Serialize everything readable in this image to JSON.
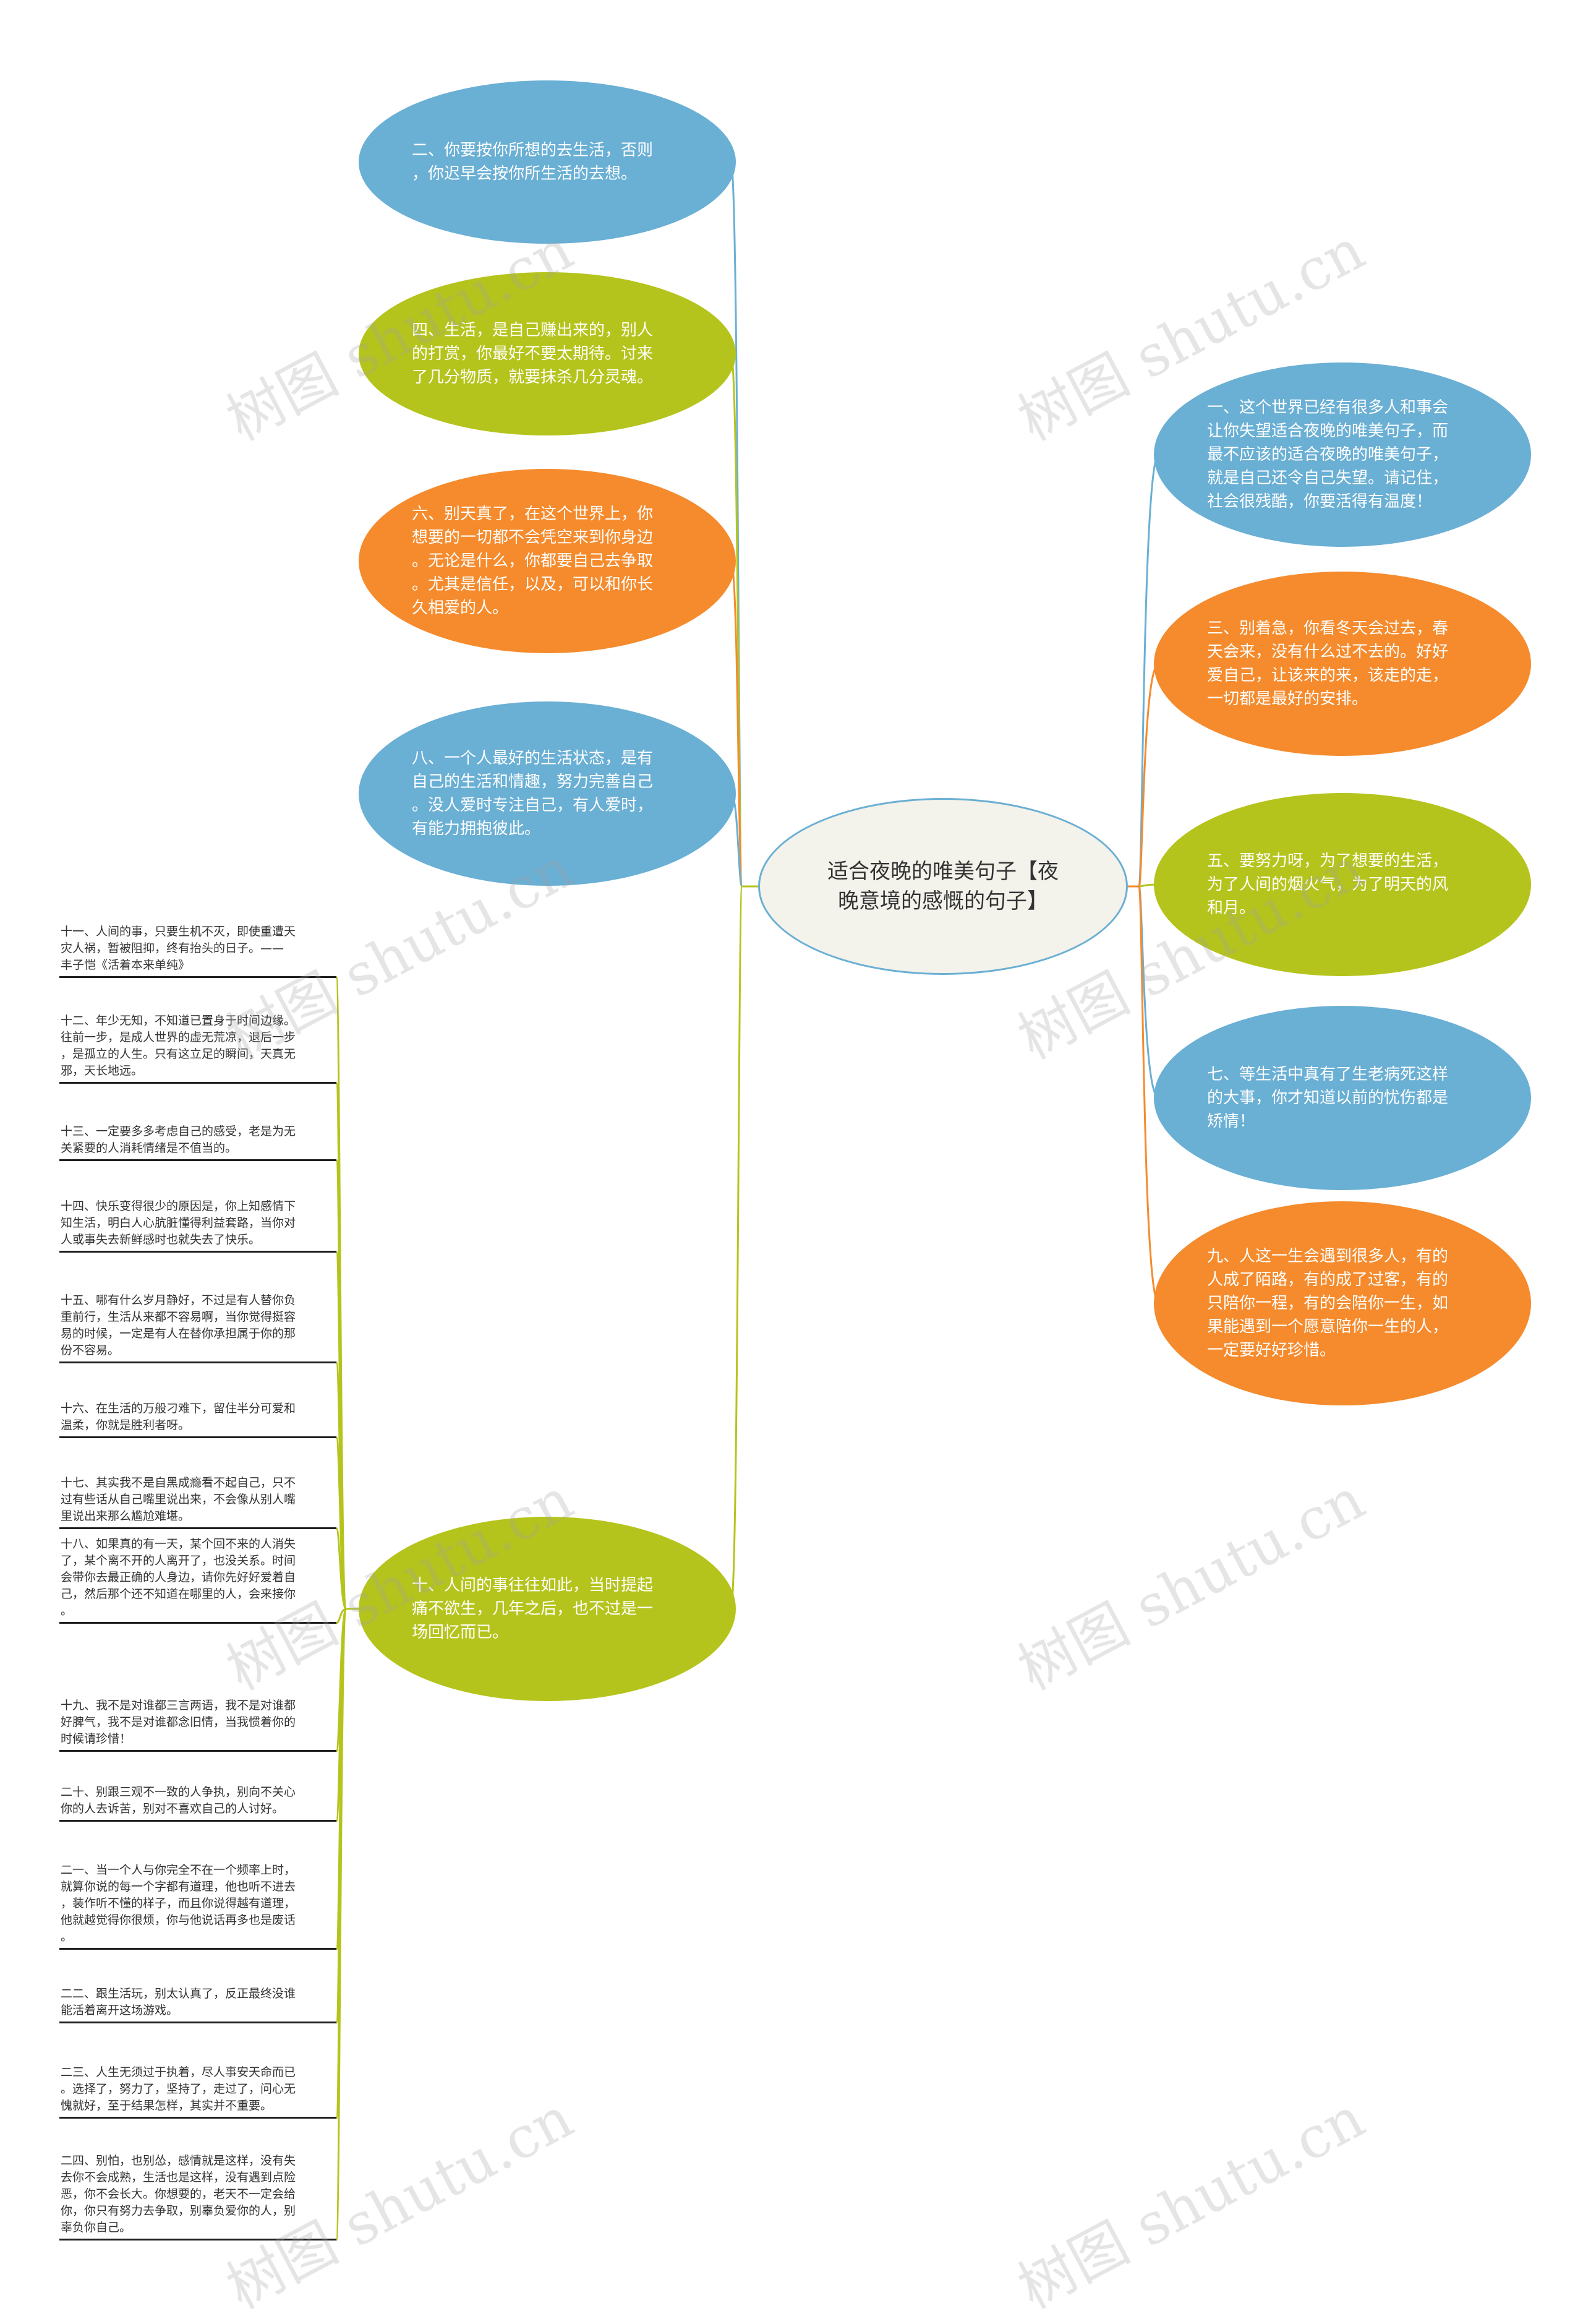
{
  "center": {
    "text": "适合夜晚的唯美句子【夜\n晚意境的感慨的句子】"
  },
  "colors": {
    "blue": "#6aafd4",
    "green": "#b5c41c",
    "orange": "#f58b2d",
    "center_fill": "#f3f2eb"
  },
  "left_nodes": [
    {
      "text": "二、你要按你所想的去生活，否则\n，你迟早会按你所生活的去想。",
      "color": "blue"
    },
    {
      "text": "四、生活，是自己赚出来的，别人\n的打赏，你最好不要太期待。讨来\n了几分物质，就要抹杀几分灵魂。",
      "color": "green"
    },
    {
      "text": "六、别天真了，在这个世界上，你\n想要的一切都不会凭空来到你身边\n。无论是什么，你都要自己去争取\n。尤其是信任，以及，可以和你长\n久相爱的人。",
      "color": "orange"
    },
    {
      "text": "八、一个人最好的生活状态，是有\n自己的生活和情趣，努力完善自己\n。没人爱时专注自己，有人爱时，\n有能力拥抱彼此。",
      "color": "blue"
    },
    {
      "text": "十、人间的事往往如此，当时提起\n痛不欲生，几年之后，也不过是一\n场回忆而已。",
      "color": "green"
    }
  ],
  "right_nodes": [
    {
      "text": "一、这个世界已经有很多人和事会\n让你失望适合夜晚的唯美句子，而\n最不应该的适合夜晚的唯美句子，\n就是自己还令自己失望。请记住，\n社会很残酷，你要活得有温度！",
      "color": "blue"
    },
    {
      "text": "三、别着急，你看冬天会过去，春\n天会来，没有什么过不去的。好好\n爱自己，让该来的来，该走的走，\n一切都是最好的安排。",
      "color": "orange"
    },
    {
      "text": "五、要努力呀，为了想要的生活，\n为了人间的烟火气，为了明天的风\n和月。",
      "color": "green"
    },
    {
      "text": "七、等生活中真有了生老病死这样\n的大事，你才知道以前的忧伤都是\n矫情！",
      "color": "blue"
    },
    {
      "text": "九、人这一生会遇到很多人，有的\n人成了陌路，有的成了过客，有的\n只陪你一程，有的会陪你一生，如\n果能遇到一个愿意陪你一生的人，\n一定要好好珍惜。",
      "color": "orange"
    }
  ],
  "leaves": [
    {
      "text": "十一、人间的事，只要生机不灭，即使重遭天\n灾人祸，暂被阻抑，终有抬头的日子。——\n丰子恺《活着本来单纯》"
    },
    {
      "text": "十二、年少无知，不知道已置身于时间边缘。\n往前一步，是成人世界的虚无荒凉，退后一步\n，是孤立的人生。只有这立足的瞬间，天真无\n邪，天长地远。"
    },
    {
      "text": "十三、一定要多多考虑自己的感受，老是为无\n关紧要的人消耗情绪是不值当的。"
    },
    {
      "text": "十四、快乐变得很少的原因是，你上知感情下\n知生活，明白人心肮脏懂得利益套路，当你对\n人或事失去新鲜感时也就失去了快乐。"
    },
    {
      "text": "十五、哪有什么岁月静好，不过是有人替你负\n重前行，生活从来都不容易啊，当你觉得挺容\n易的时候，一定是有人在替你承担属于你的那\n份不容易。"
    },
    {
      "text": "十六、在生活的万般刁难下，留住半分可爱和\n温柔，你就是胜利者呀。"
    },
    {
      "text": "十七、其实我不是自黑成瘾看不起自己，只不\n过有些话从自己嘴里说出来，不会像从别人嘴\n里说出来那么尴尬难堪。"
    },
    {
      "text": "十八、如果真的有一天，某个回不来的人消失\n了，某个离不开的人离开了，也没关系。时间\n会带你去最正确的人身边，请你先好好爱着自\n己，然后那个还不知道在哪里的人，会来接你\n。"
    },
    {
      "text": "十九、我不是对谁都三言两语，我不是对谁都\n好脾气，我不是对谁都念旧情，当我惯着你的\n时候请珍惜！"
    },
    {
      "text": "二十、别跟三观不一致的人争执，别向不关心\n你的人去诉苦，别对不喜欢自己的人讨好。"
    },
    {
      "text": "二一、当一个人与你完全不在一个频率上时，\n就算你说的每一个字都有道理，他也听不进去\n，装作听不懂的样子，而且你说得越有道理，\n他就越觉得你很烦，你与他说话再多也是废话\n。"
    },
    {
      "text": "二二、跟生活玩，别太认真了，反正最终没谁\n能活着离开这场游戏。"
    },
    {
      "text": "二三、人生无须过于执着，尽人事安天命而已\n。选择了，努力了，坚持了，走过了，问心无\n愧就好，至于结果怎样，其实并不重要。"
    },
    {
      "text": "二四、别怕，也别怂，感情就是这样，没有失\n去你不会成熟，生活也是这样，没有遇到点险\n恶，你不会长大。你想要的，老天不一定会给\n你，你只有努力去争取，别辜负爱你的人，别\n辜负你自己。"
    }
  ],
  "watermark": {
    "text": "树图 shutu.cn"
  }
}
